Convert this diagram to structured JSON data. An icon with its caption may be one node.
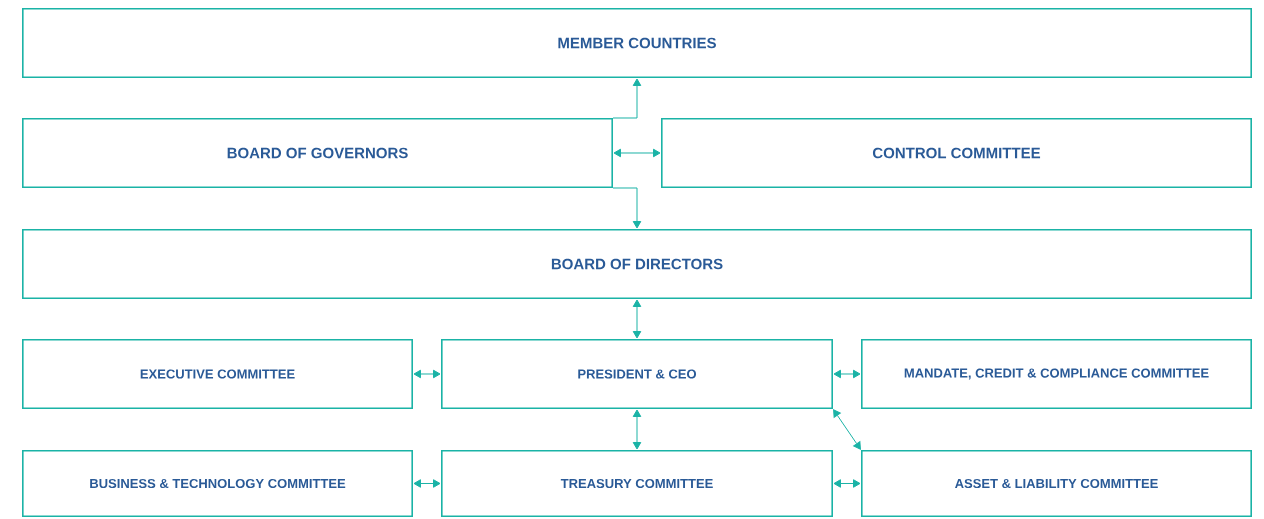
{
  "diagram": {
    "nodes": [
      {
        "text": [
          "MEMBER COUNTRIES"
        ]
      },
      {
        "text": [
          "BOARD OF GOVERNORS"
        ]
      },
      {
        "text": [
          "CONTROL COMMITTEE"
        ]
      },
      {
        "text": [
          "BOARD OF DIRECTORS"
        ]
      },
      {
        "text": [
          "EXECUTIVE COMMITTEE"
        ]
      },
      {
        "text": [
          "PRESIDENT & CEO"
        ]
      },
      {
        "text": [
          "MANDATE, CREDIT & COMPLIANCE COMMITTEE"
        ]
      },
      {
        "text": [
          "BUSINESS & TECHNOLOGY COMMITTEE"
        ]
      },
      {
        "text": [
          "TREASURY COMMITTEE"
        ]
      },
      {
        "text": [
          "ASSET & LIABILITY COMMITTEE"
        ]
      }
    ],
    "edges": [
      {
        "from": 1,
        "to": 0,
        "arrow": "to"
      },
      {
        "from": 1,
        "to": 2,
        "arrow": "both"
      },
      {
        "from": 1,
        "to": 3,
        "arrow": "to"
      },
      {
        "from": 3,
        "to": 5,
        "arrow": "both"
      },
      {
        "from": 5,
        "to": 4,
        "arrow": "both"
      },
      {
        "from": 5,
        "to": 6,
        "arrow": "both"
      },
      {
        "from": 5,
        "to": 8,
        "arrow": "both"
      },
      {
        "from": 8,
        "to": 7,
        "arrow": "both"
      },
      {
        "from": 8,
        "to": 9,
        "arrow": "both"
      },
      {
        "from": 5,
        "to": 9,
        "arrow": "both"
      }
    ]
  }
}
